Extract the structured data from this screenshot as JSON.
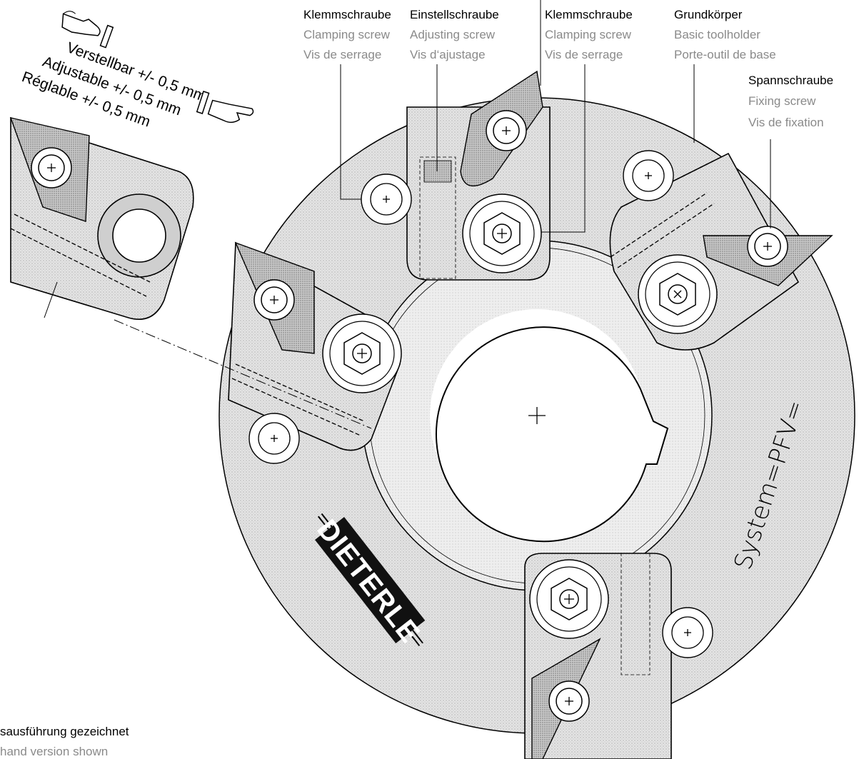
{
  "labels": {
    "clamping_screw_left": {
      "de": "Klemmschraube",
      "en": "Clamping screw",
      "fr": "Vis de serrage"
    },
    "adjusting_screw": {
      "de": "Einstellschraube",
      "en": "Adjusting screw",
      "fr": "Vis d‘ajustage"
    },
    "clamping_screw_right": {
      "de": "Klemmschraube",
      "en": "Clamping screw",
      "fr": "Vis de serrage"
    },
    "basic_toolholder": {
      "de": "Grundkörper",
      "en": "Basic toolholder",
      "fr": "Porte-outil de base"
    },
    "fixing_screw": {
      "de": "Spannschraube",
      "en": "Fixing screw",
      "fr": "Vis de fixation"
    }
  },
  "adjustment": {
    "de": "Verstellbar +/- 0,5 mm",
    "en": "Adjustable +/- 0,5 mm",
    "fr": "Réglable +/- 0,5 mm"
  },
  "system_label": "System=PFV=",
  "logo_text": "DIETERLE",
  "footer": {
    "de": "sausführung gezeichnet",
    "en": "hand version shown"
  },
  "icons": [
    "pointing-hand-icon",
    "pointing-hand-icon"
  ],
  "colors": {
    "body_fill": "#dcdcdc",
    "bore_fill": "#ffffff",
    "line": "#000000",
    "secondary_text": "#8a8a8a"
  }
}
